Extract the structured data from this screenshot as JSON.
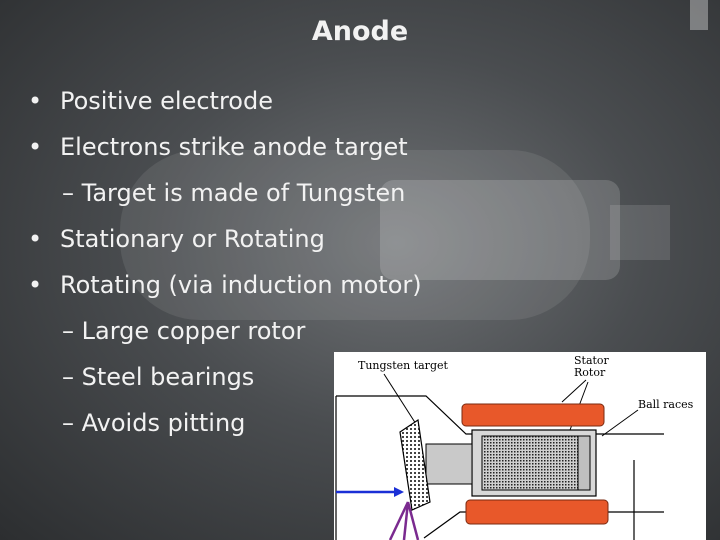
{
  "slide": {
    "title": "Anode",
    "bullets": [
      {
        "level": 1,
        "marker": "•",
        "text": "Positive electrode"
      },
      {
        "level": 1,
        "marker": "•",
        "text": "Electrons strike anode target"
      },
      {
        "level": 2,
        "marker": "–",
        "text": "Target is made of Tungsten"
      },
      {
        "level": 1,
        "marker": "•",
        "text": "Stationary or Rotating"
      },
      {
        "level": 1,
        "marker": "•",
        "text": "Rotating (via induction motor)"
      },
      {
        "level": 2,
        "marker": "–",
        "text": "Large copper rotor"
      },
      {
        "level": 2,
        "marker": "– ",
        "text": "Steel bearings"
      },
      {
        "level": 2,
        "marker": "–",
        "text": "Avoids pitting"
      }
    ]
  },
  "diagram": {
    "labels": {
      "tungsten_target": "Tungsten target",
      "stator": "Stator",
      "rotor": "Rotor",
      "ball_races": "Ball races"
    },
    "colors": {
      "stator": "#e8582a",
      "electron_beam": "#1a2fd6",
      "xray_beam": "#7a2a8f"
    }
  }
}
